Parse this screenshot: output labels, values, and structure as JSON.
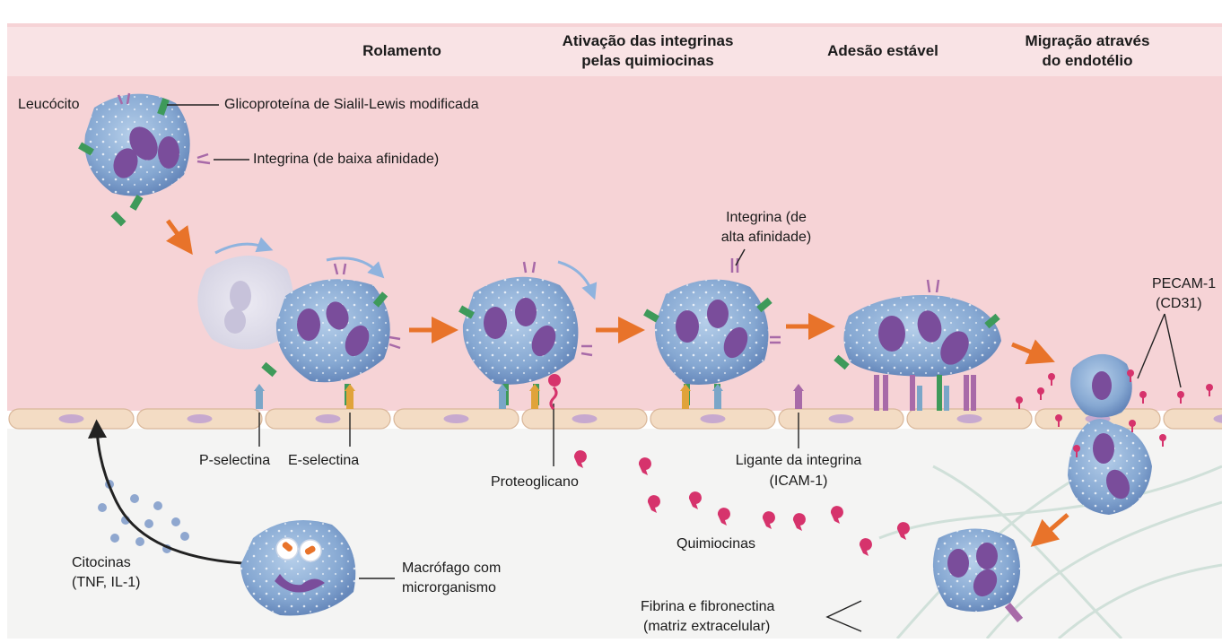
{
  "stages": {
    "rolling": "Rolamento",
    "activation_line1": "Ativação das integrinas",
    "activation_line2": "pelas quimiocinas",
    "stable_adhesion": "Adesão estável",
    "migration_line1": "Migração através",
    "migration_line2": "do endotélio"
  },
  "labels": {
    "leukocyte": "Leucócito",
    "sialyl_lewis": "Glicoproteína de Sialil-Lewis modificada",
    "integrin_low": "Integrina (de baixa afinidade)",
    "integrin_high_line1": "Integrina (de",
    "integrin_high_line2": "alta afinidade)",
    "pecam_line1": "PECAM-1",
    "pecam_line2": "(CD31)",
    "p_selectin": "P-selectina",
    "e_selectin": "E-selectina",
    "proteoglycan": "Proteoglicano",
    "integrin_ligand_line1": "Ligante da integrina",
    "integrin_ligand_line2": "(ICAM-1)",
    "chemokines": "Quimiocinas",
    "cytokines_line1": "Citocinas",
    "cytokines_line2": "(TNF, IL-1)",
    "macrophage_line1": "Macrófago com",
    "macrophage_line2": "microrganismo",
    "fibrin_line1": "Fibrina e fibronectina",
    "fibrin_line2": "(matriz extracelular)"
  },
  "colors": {
    "vessel_lumen": "#f6d3d6",
    "endothelium": "#f3dcc4",
    "endothelial_nucleus": "#c7a9cf",
    "leukocyte_body": "#8fb1d6",
    "leukocyte_nucleus": "#7a4d9b",
    "flow_arrow": "#e8732a",
    "chemokine": "#d6336c",
    "cytokine": "#8fa7cf"
  }
}
